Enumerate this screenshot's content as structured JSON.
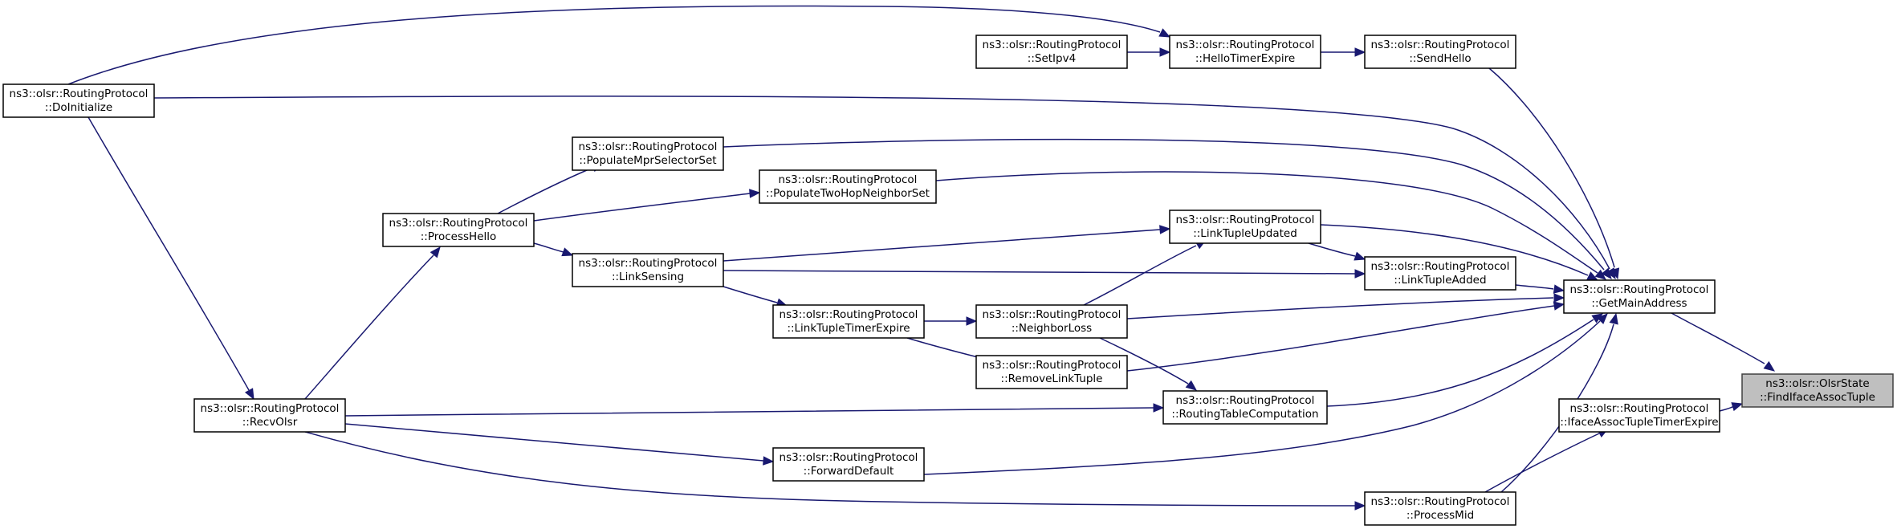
{
  "nodes": [
    {
      "id": "find",
      "line1": "ns3::olsr::OlsrState",
      "line2": "::FindIfaceAssocTuple",
      "highlight": true
    },
    {
      "id": "getmain",
      "line1": "ns3::olsr::RoutingProtocol",
      "line2": "::GetMainAddress"
    },
    {
      "id": "ifacetimer",
      "line1": "ns3::olsr::RoutingProtocol",
      "line2": "::IfaceAssocTupleTimerExpire"
    },
    {
      "id": "sendhello",
      "line1": "ns3::olsr::RoutingProtocol",
      "line2": "::SendHello"
    },
    {
      "id": "hellotimer",
      "line1": "ns3::olsr::RoutingProtocol",
      "line2": "::HelloTimerExpire"
    },
    {
      "id": "setipv4",
      "line1": "ns3::olsr::RoutingProtocol",
      "line2": "::SetIpv4"
    },
    {
      "id": "doinit",
      "line1": "ns3::olsr::RoutingProtocol",
      "line2": "::DoInitialize"
    },
    {
      "id": "popmpr",
      "line1": "ns3::olsr::RoutingProtocol",
      "line2": "::PopulateMprSelectorSet"
    },
    {
      "id": "poptwohop",
      "line1": "ns3::olsr::RoutingProtocol",
      "line2": "::PopulateTwoHopNeighborSet"
    },
    {
      "id": "processhello",
      "line1": "ns3::olsr::RoutingProtocol",
      "line2": "::ProcessHello"
    },
    {
      "id": "linksensing",
      "line1": "ns3::olsr::RoutingProtocol",
      "line2": "::LinkSensing"
    },
    {
      "id": "linkupdated",
      "line1": "ns3::olsr::RoutingProtocol",
      "line2": "::LinkTupleUpdated"
    },
    {
      "id": "linkadded",
      "line1": "ns3::olsr::RoutingProtocol",
      "line2": "::LinkTupleAdded"
    },
    {
      "id": "linktimer",
      "line1": "ns3::olsr::RoutingProtocol",
      "line2": "::LinkTupleTimerExpire"
    },
    {
      "id": "neighborloss",
      "line1": "ns3::olsr::RoutingProtocol",
      "line2": "::NeighborLoss"
    },
    {
      "id": "removelink",
      "line1": "ns3::olsr::RoutingProtocol",
      "line2": "::RemoveLinkTuple"
    },
    {
      "id": "routingtable",
      "line1": "ns3::olsr::RoutingProtocol",
      "line2": "::RoutingTableComputation"
    },
    {
      "id": "recvolsr",
      "line1": "ns3::olsr::RoutingProtocol",
      "line2": "::RecvOlsr"
    },
    {
      "id": "forward",
      "line1": "ns3::olsr::RoutingProtocol",
      "line2": "::ForwardDefault"
    },
    {
      "id": "processmid",
      "line1": "ns3::olsr::RoutingProtocol",
      "line2": "::ProcessMid"
    }
  ],
  "edges": [
    [
      "getmain",
      "find"
    ],
    [
      "ifacetimer",
      "find"
    ],
    [
      "sendhello",
      "getmain"
    ],
    [
      "doinit",
      "getmain"
    ],
    [
      "popmpr",
      "getmain"
    ],
    [
      "poptwohop",
      "getmain"
    ],
    [
      "linkupdated",
      "getmain"
    ],
    [
      "linkadded",
      "getmain"
    ],
    [
      "neighborloss",
      "getmain"
    ],
    [
      "removelink",
      "getmain"
    ],
    [
      "routingtable",
      "getmain"
    ],
    [
      "forward",
      "getmain"
    ],
    [
      "processmid",
      "getmain"
    ],
    [
      "processmid",
      "ifacetimer"
    ],
    [
      "hellotimer",
      "sendhello"
    ],
    [
      "setipv4",
      "hellotimer"
    ],
    [
      "doinit",
      "hellotimer"
    ],
    [
      "processhello",
      "popmpr"
    ],
    [
      "processhello",
      "poptwohop"
    ],
    [
      "processhello",
      "linksensing"
    ],
    [
      "linksensing",
      "linkupdated"
    ],
    [
      "linksensing",
      "linkadded"
    ],
    [
      "linksensing",
      "linktimer"
    ],
    [
      "linkupdated",
      "linkadded"
    ],
    [
      "neighborloss",
      "linkupdated"
    ],
    [
      "linktimer",
      "neighborloss"
    ],
    [
      "linktimer",
      "removelink"
    ],
    [
      "neighborloss",
      "routingtable"
    ],
    [
      "recvolsr",
      "routingtable"
    ],
    [
      "recvolsr",
      "processhello"
    ],
    [
      "recvolsr",
      "forward"
    ],
    [
      "recvolsr",
      "processmid"
    ],
    [
      "doinit",
      "recvolsr"
    ]
  ]
}
